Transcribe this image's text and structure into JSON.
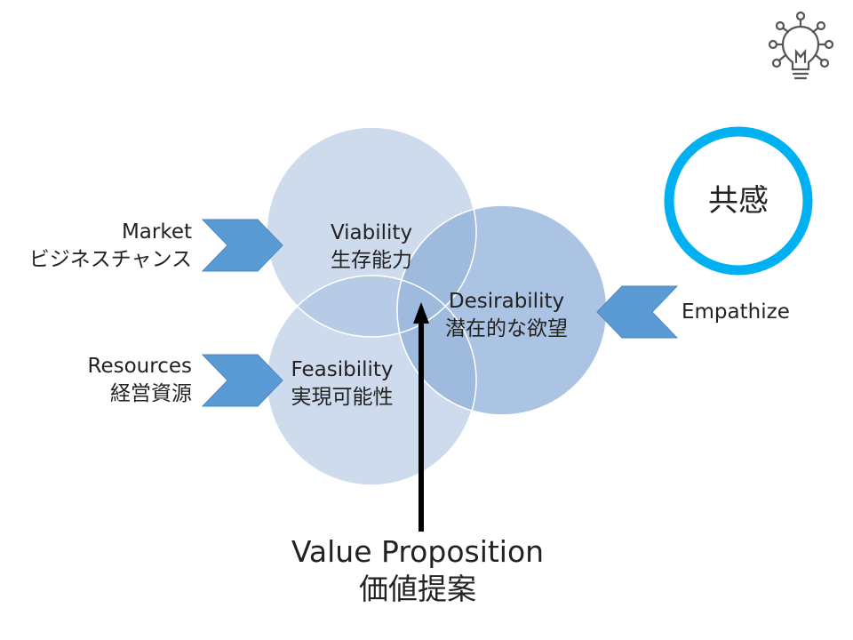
{
  "circles": {
    "viability": {
      "en": "Viability",
      "ja": "生存能力"
    },
    "feasibility": {
      "en": "Feasibility",
      "ja": "実現可能性"
    },
    "desirability": {
      "en": "Desirability",
      "ja": "潜在的な欲望"
    }
  },
  "inputs": {
    "market": {
      "en": "Market",
      "ja": "ビジネスチャンス"
    },
    "resources": {
      "en": "Resources",
      "ja": "経営資源"
    },
    "empathize": {
      "en": "Empathize"
    }
  },
  "empathy_ring": {
    "label": "共感"
  },
  "value_proposition": {
    "en": "Value Proposition",
    "ja": "価値提案"
  },
  "icon": {
    "name": "lightbulb-network-icon"
  },
  "colors": {
    "circle_fill": "#c9d8ec",
    "circle_overlap": "#9fbadd",
    "circle_desirability": "#a9c3e3",
    "chevron": "#5b9bd5",
    "ring": "#00b0f0",
    "arrow": "#000000"
  }
}
